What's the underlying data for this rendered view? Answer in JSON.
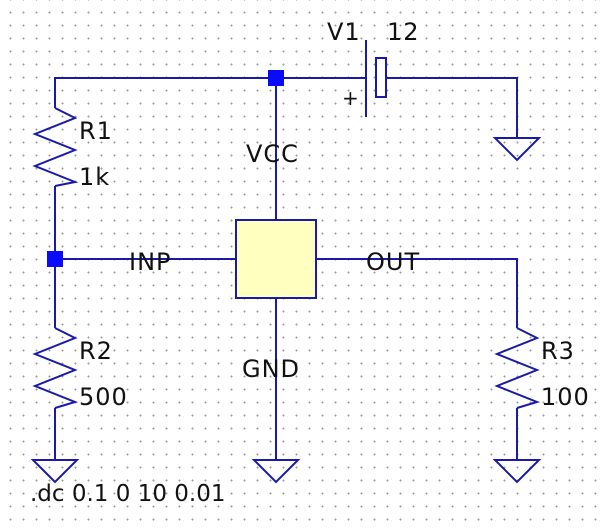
{
  "source": {
    "name": "V1",
    "value": "12",
    "polarity": "+"
  },
  "resistors": [
    {
      "name": "R1",
      "value": "1k"
    },
    {
      "name": "R2",
      "value": "500"
    },
    {
      "name": "R3",
      "value": "100"
    }
  ],
  "block": {
    "pin_top": "VCC",
    "pin_left": "INP",
    "pin_right": "OUT",
    "pin_bottom": "GND"
  },
  "directive": ".dc 0.1 0 10 0.01",
  "colors": {
    "wire": "#1a1aa8",
    "junction": "#0a0aff",
    "block_fill": "#ffffc0",
    "grid_dot": "#9a9a9a"
  }
}
